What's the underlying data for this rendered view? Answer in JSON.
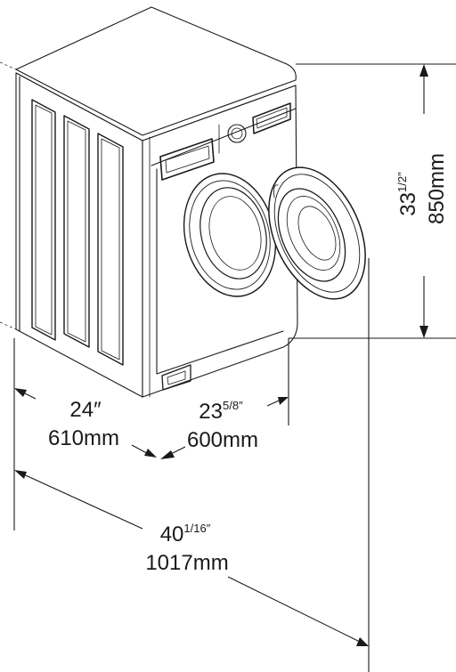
{
  "dimensions": {
    "height": {
      "imperial_whole": "33",
      "imperial_frac": "1/2",
      "imperial_mark": "″",
      "metric": "850mm"
    },
    "width": {
      "imperial": "24″",
      "metric": "610mm"
    },
    "depth": {
      "imperial_whole": "23",
      "imperial_frac": "5/8",
      "imperial_mark": "″",
      "metric": "600mm"
    },
    "depth_door_open": {
      "imperial_whole": "40",
      "imperial_frac": "1/16",
      "imperial_mark": "″",
      "metric": "1017mm"
    }
  },
  "colors": {
    "line": "#1a1a1a",
    "background": "#ffffff"
  }
}
